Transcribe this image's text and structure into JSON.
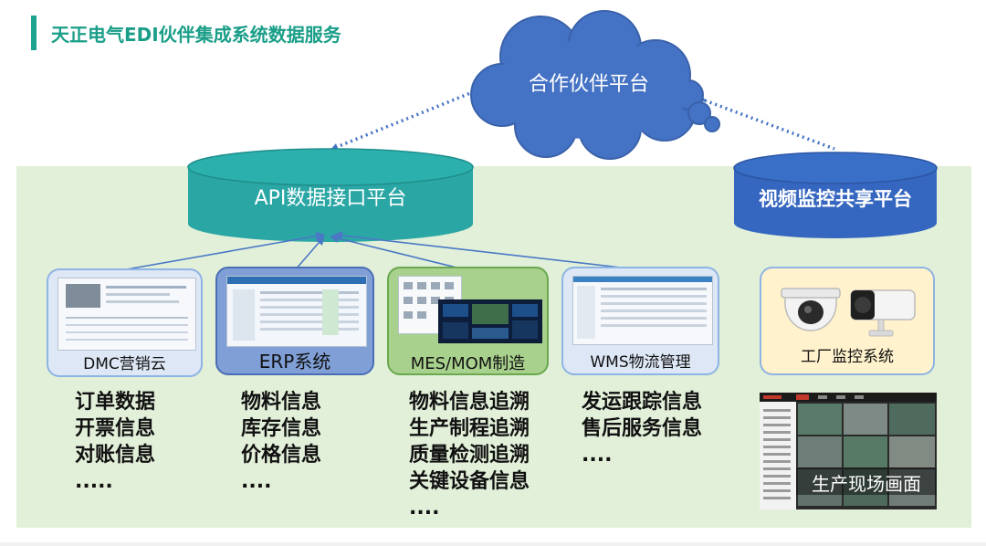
{
  "title": "天正电气EDI伙伴集成系统数据服务",
  "cloud": {
    "label": "合作伙伴平台"
  },
  "api_platform": {
    "label": "API数据接口平台"
  },
  "video_platform": {
    "label": "视频监控共享平台"
  },
  "systems": [
    {
      "label": "DMC营销云",
      "items": [
        "订单数据",
        "开票信息",
        "对账信息",
        "....."
      ]
    },
    {
      "label": "ERP系统",
      "items": [
        "物料信息",
        "库存信息",
        "价格信息",
        "...."
      ]
    },
    {
      "label": "MES/MOM制造",
      "items": [
        "物料信息追溯",
        "生产制程追溯",
        "质量检测追溯",
        "关键设备信息",
        "...."
      ]
    },
    {
      "label": "WMS物流管理",
      "items": [
        "发运跟踪信息",
        "售后服务信息",
        "...."
      ]
    }
  ],
  "camera_card": {
    "label": "工厂监控系统"
  },
  "factory_feed": {
    "label": "生产现场画面"
  },
  "colors": {
    "title": "#1a9e88",
    "teal": "#2aa7a5",
    "blue": "#3a6fc8",
    "cloud": "#4472c4",
    "panel": "#e2f0d9"
  }
}
